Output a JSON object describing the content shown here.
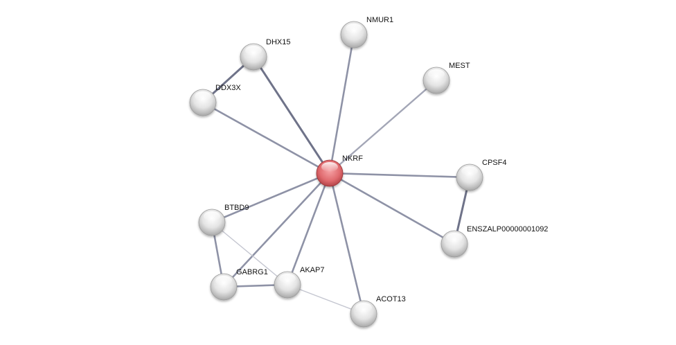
{
  "network": {
    "query_color": "#e06a6e",
    "node_color": "#e6e6e6",
    "nodes": [
      {
        "id": "NKRF",
        "query": true
      },
      {
        "id": "NMUR1"
      },
      {
        "id": "DHX15"
      },
      {
        "id": "DDX3X"
      },
      {
        "id": "MEST"
      },
      {
        "id": "CPSF4"
      },
      {
        "id": "ENSZALP00000001092"
      },
      {
        "id": "BTBD9"
      },
      {
        "id": "GABRG1"
      },
      {
        "id": "AKAP7"
      },
      {
        "id": "ACOT13"
      }
    ],
    "edges": [
      {
        "a": "NKRF",
        "b": "NMUR1",
        "strength": "medium"
      },
      {
        "a": "NKRF",
        "b": "DHX15",
        "strength": "strong"
      },
      {
        "a": "NKRF",
        "b": "DDX3X",
        "strength": "medium"
      },
      {
        "a": "NKRF",
        "b": "MEST",
        "strength": "weak"
      },
      {
        "a": "NKRF",
        "b": "CPSF4",
        "strength": "medium"
      },
      {
        "a": "NKRF",
        "b": "ENSZALP00000001092",
        "strength": "medium"
      },
      {
        "a": "NKRF",
        "b": "BTBD9",
        "strength": "medium"
      },
      {
        "a": "NKRF",
        "b": "GABRG1",
        "strength": "medium"
      },
      {
        "a": "NKRF",
        "b": "AKAP7",
        "strength": "medium"
      },
      {
        "a": "NKRF",
        "b": "ACOT13",
        "strength": "medium"
      },
      {
        "a": "DHX15",
        "b": "DDX3X",
        "strength": "strong"
      },
      {
        "a": "CPSF4",
        "b": "ENSZALP00000001092",
        "strength": "strong"
      },
      {
        "a": "BTBD9",
        "b": "GABRG1",
        "strength": "medium"
      },
      {
        "a": "BTBD9",
        "b": "AKAP7",
        "strength": "faint"
      },
      {
        "a": "GABRG1",
        "b": "AKAP7",
        "strength": "medium"
      },
      {
        "a": "AKAP7",
        "b": "ACOT13",
        "strength": "faint"
      }
    ]
  }
}
